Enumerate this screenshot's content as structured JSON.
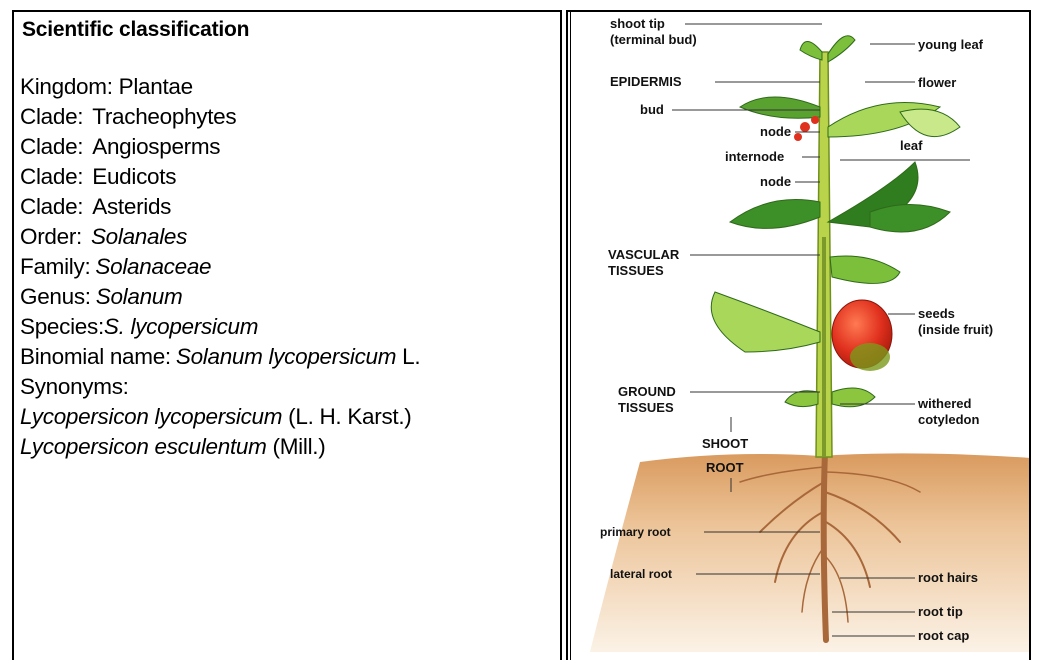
{
  "classification": {
    "title": "Scientific classification",
    "kingdom": {
      "rank": "Kingdom:",
      "value": "Plantae"
    },
    "clades": [
      {
        "rank": "Clade:",
        "value": "Tracheophytes"
      },
      {
        "rank": "Clade:",
        "value": "Angiosperms"
      },
      {
        "rank": "Clade:",
        "value": "Eudicots"
      },
      {
        "rank": "Clade:",
        "value": "Asterids"
      }
    ],
    "order": {
      "rank": "Order:",
      "value": "Solanales"
    },
    "family": {
      "rank": "Family:",
      "value": "Solanaceae"
    },
    "genus": {
      "rank": "Genus:",
      "value": "Solanum"
    },
    "species": {
      "rank": "Species:",
      "value": "S. lycopersicum"
    },
    "binomial": {
      "rank": "Binomial name:",
      "value": "Solanum lycopersicum",
      "authority": "L."
    },
    "synonyms_label": "Synonyms:",
    "synonyms": [
      {
        "name": "Lycopersicon lycopersicum",
        "authority": "(L. H. Karst.)"
      },
      {
        "name": "Lycopersicon esculentum",
        "authority": "(Mill.)"
      }
    ]
  },
  "diagram": {
    "labels": {
      "shoot_tip": "shoot tip",
      "terminal_bud": "(terminal bud)",
      "young_leaf": "young leaf",
      "epidermis": "EPIDERMIS",
      "flower": "flower",
      "bud": "bud",
      "node_upper": "node",
      "leaf": "leaf",
      "internode": "internode",
      "node_lower": "node",
      "vascular": "VASCULAR",
      "tissues_vascular": "TISSUES",
      "seeds": "seeds",
      "inside_fruit": "(inside fruit)",
      "ground": "GROUND",
      "tissues_ground": "TISSUES",
      "withered": "withered",
      "cotyledon": "cotyledon",
      "shoot": "SHOOT",
      "root": "ROOT",
      "primary_root": "primary root",
      "lateral_root": "lateral root",
      "root_hairs": "root hairs",
      "root_tip": "root tip",
      "root_cap": "root cap"
    },
    "colors": {
      "leaf": "#8cc63f",
      "leaf_dark": "#2f7d1f",
      "stem": "#b8d44a",
      "fruit": "#e0301e",
      "soil_top": "#e8b98a",
      "soil_bottom": "#f9ecdc",
      "root": "#c8844a"
    }
  }
}
